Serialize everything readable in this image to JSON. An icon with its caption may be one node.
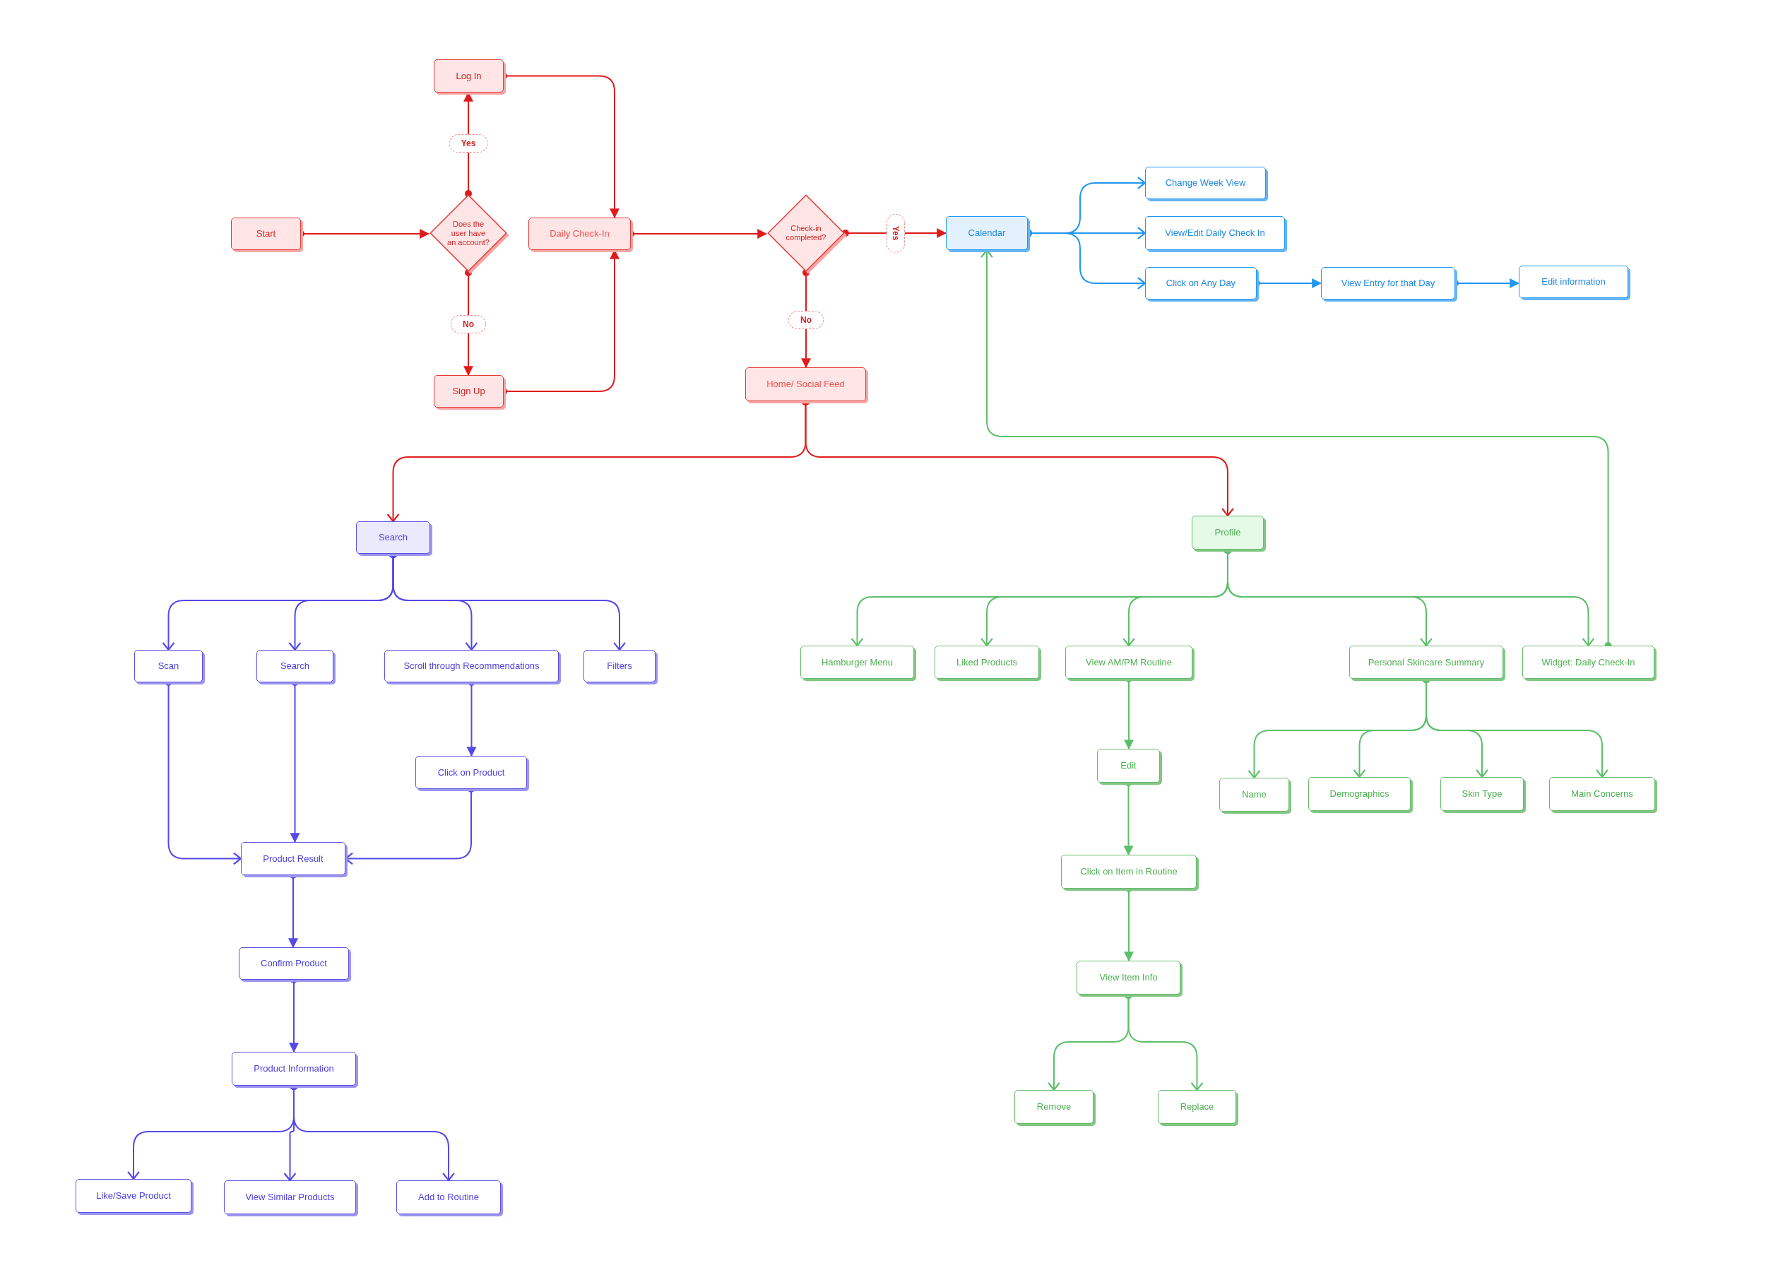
{
  "diagram": {
    "nodes": [
      {
        "text": [
          "Start"
        ]
      },
      {
        "text": [
          "Does the user have an account?"
        ]
      },
      {
        "text": [
          "Log In"
        ]
      },
      {
        "text": [
          "Sign Up"
        ]
      },
      {
        "text": [
          "Daily Check-In"
        ]
      },
      {
        "text": [
          "Check-in completed?"
        ]
      },
      {
        "text": [
          "Calendar"
        ]
      },
      {
        "text": [
          "Home/ Social Feed"
        ]
      },
      {
        "text": [
          "Change Week View"
        ]
      },
      {
        "text": [
          "View/Edit Daily Check In"
        ]
      },
      {
        "text": [
          "Click on Any Day"
        ]
      },
      {
        "text": [
          "View Entry for that Day"
        ]
      },
      {
        "text": [
          "Edit information"
        ]
      },
      {
        "text": [
          "Search"
        ]
      },
      {
        "text": [
          "Scan"
        ]
      },
      {
        "text": [
          "Search"
        ]
      },
      {
        "text": [
          "Scroll through Recommendations"
        ]
      },
      {
        "text": [
          "Filters"
        ]
      },
      {
        "text": [
          "Click on Product"
        ]
      },
      {
        "text": [
          "Product Result"
        ]
      },
      {
        "text": [
          "Confirm Product"
        ]
      },
      {
        "text": [
          "Product Information"
        ]
      },
      {
        "text": [
          "Like/Save Product"
        ]
      },
      {
        "text": [
          "View Similar Products"
        ]
      },
      {
        "text": [
          "Add to Routine"
        ]
      },
      {
        "text": [
          "Profile"
        ]
      },
      {
        "text": [
          "Hamburger Menu"
        ]
      },
      {
        "text": [
          "Liked Products"
        ]
      },
      {
        "text": [
          "View AM/PM Routine"
        ]
      },
      {
        "text": [
          "Personal Skincare Summary"
        ]
      },
      {
        "text": [
          "Widget: Daily Check-In"
        ]
      },
      {
        "text": [
          "Edit"
        ]
      },
      {
        "text": [
          "Click on Item in Routine"
        ]
      },
      {
        "text": [
          "View Item Info"
        ]
      },
      {
        "text": [
          "Remove"
        ]
      },
      {
        "text": [
          "Replace"
        ]
      },
      {
        "text": [
          "Name"
        ]
      },
      {
        "text": [
          "Demographics"
        ]
      },
      {
        "text": [
          "Skin Type"
        ]
      },
      {
        "text": [
          "Main Concerns"
        ]
      }
    ],
    "edges": [
      {
        "from": 0,
        "to": 1,
        "arrow": "to",
        "color": "#e01b1b"
      },
      {
        "from": 1,
        "to": 2,
        "arrow": "to",
        "label": "Yes",
        "color": "#e01b1b"
      },
      {
        "from": 1,
        "to": 3,
        "arrow": "to",
        "label": "No",
        "color": "#e01b1b"
      },
      {
        "from": 2,
        "to": 4,
        "arrow": "to",
        "color": "#e01b1b"
      },
      {
        "from": 3,
        "to": 4,
        "arrow": "to",
        "color": "#e01b1b"
      },
      {
        "from": 4,
        "to": 5,
        "arrow": "to",
        "color": "#e01b1b"
      },
      {
        "from": 5,
        "to": 6,
        "arrow": "to",
        "label": "Yes",
        "color": "#e01b1b"
      },
      {
        "from": 5,
        "to": 7,
        "arrow": "to",
        "label": "No",
        "color": "#e01b1b"
      },
      {
        "from": 7,
        "to": 13,
        "arrow": "to",
        "color": "#e01b1b"
      },
      {
        "from": 7,
        "to": 25,
        "arrow": "to",
        "color": "#e01b1b"
      },
      {
        "from": 6,
        "to": 8,
        "arrow": "to",
        "color": "#2196f3"
      },
      {
        "from": 6,
        "to": 9,
        "arrow": "to",
        "color": "#2196f3"
      },
      {
        "from": 6,
        "to": 10,
        "arrow": "to",
        "color": "#2196f3"
      },
      {
        "from": 10,
        "to": 11,
        "arrow": "to",
        "color": "#2196f3"
      },
      {
        "from": 11,
        "to": 12,
        "arrow": "to",
        "color": "#2196f3"
      },
      {
        "from": 13,
        "to": 14,
        "arrow": "to",
        "color": "#5548e8"
      },
      {
        "from": 13,
        "to": 15,
        "arrow": "to",
        "color": "#5548e8"
      },
      {
        "from": 13,
        "to": 16,
        "arrow": "to",
        "color": "#5548e8"
      },
      {
        "from": 13,
        "to": 17,
        "arrow": "to",
        "color": "#5548e8"
      },
      {
        "from": 16,
        "to": 18,
        "arrow": "to",
        "color": "#5548e8"
      },
      {
        "from": 14,
        "to": 19,
        "arrow": "to",
        "color": "#5548e8"
      },
      {
        "from": 15,
        "to": 19,
        "arrow": "to",
        "color": "#5548e8"
      },
      {
        "from": 18,
        "to": 19,
        "arrow": "to",
        "color": "#5548e8"
      },
      {
        "from": 19,
        "to": 20,
        "arrow": "to",
        "color": "#5548e8"
      },
      {
        "from": 20,
        "to": 21,
        "arrow": "to",
        "color": "#5548e8"
      },
      {
        "from": 21,
        "to": 22,
        "arrow": "to",
        "color": "#5548e8"
      },
      {
        "from": 21,
        "to": 23,
        "arrow": "to",
        "color": "#5548e8"
      },
      {
        "from": 21,
        "to": 24,
        "arrow": "to",
        "color": "#5548e8"
      },
      {
        "from": 25,
        "to": 26,
        "arrow": "to"
      },
      {
        "from": 25,
        "to": 27,
        "arrow": "to"
      },
      {
        "from": 25,
        "to": 28,
        "arrow": "to"
      },
      {
        "from": 25,
        "to": 29,
        "arrow": "to"
      },
      {
        "from": 25,
        "to": 30,
        "arrow": "to"
      },
      {
        "from": 30,
        "to": 6,
        "arrow": "to"
      },
      {
        "from": 28,
        "to": 31,
        "arrow": "to"
      },
      {
        "from": 31,
        "to": 32,
        "arrow": "to"
      },
      {
        "from": 32,
        "to": 33,
        "arrow": "to"
      },
      {
        "from": 33,
        "to": 34,
        "arrow": "to"
      },
      {
        "from": 33,
        "to": 35,
        "arrow": "to"
      },
      {
        "from": 29,
        "to": 36,
        "arrow": "to"
      },
      {
        "from": 29,
        "to": 37,
        "arrow": "to"
      },
      {
        "from": 29,
        "to": 38,
        "arrow": "to"
      },
      {
        "from": 29,
        "to": 39,
        "arrow": "to"
      }
    ]
  }
}
